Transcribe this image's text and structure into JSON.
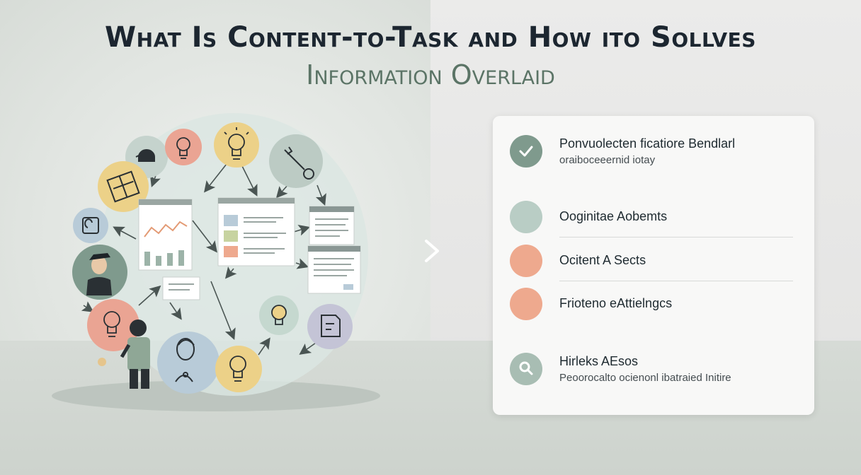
{
  "title": {
    "line1": "What Is Content-to-Task and How ito Sollves",
    "line2": "Information Overlaid"
  },
  "colors": {
    "sage": "#9cb3a8",
    "peach": "#eea98e",
    "yellow": "#ecd188",
    "blue": "#b8cbd8",
    "lavender": "#c4c4d6",
    "check_green": "#7f9a8d"
  },
  "diagram": {
    "icons": [
      "cap-icon",
      "lightbulb-icon",
      "lightbulb-icon",
      "tools-icon",
      "map-icon",
      "profile-icon",
      "person-icon",
      "lightbulb-icon",
      "person-icon",
      "face-icon",
      "lightbulb-icon",
      "lightbulb-icon",
      "document-icon"
    ]
  },
  "panel": {
    "items": [
      {
        "icon": "check-icon",
        "title": "Ponvuolecten ficatiore Bendlarl",
        "subtitle": "oraiboceeernid iotay"
      },
      {
        "icon": "",
        "title": "Ooginitae Aobemts",
        "subtitle": ""
      },
      {
        "icon": "",
        "title": "Ocitent A Sects",
        "subtitle": ""
      },
      {
        "icon": "",
        "title": "Frioteno eAttielngcs",
        "subtitle": ""
      },
      {
        "icon": "search-icon",
        "title": "Hirleks AEsos",
        "subtitle": "Peoorocalto ocienonl ibatraied Initire"
      }
    ]
  }
}
